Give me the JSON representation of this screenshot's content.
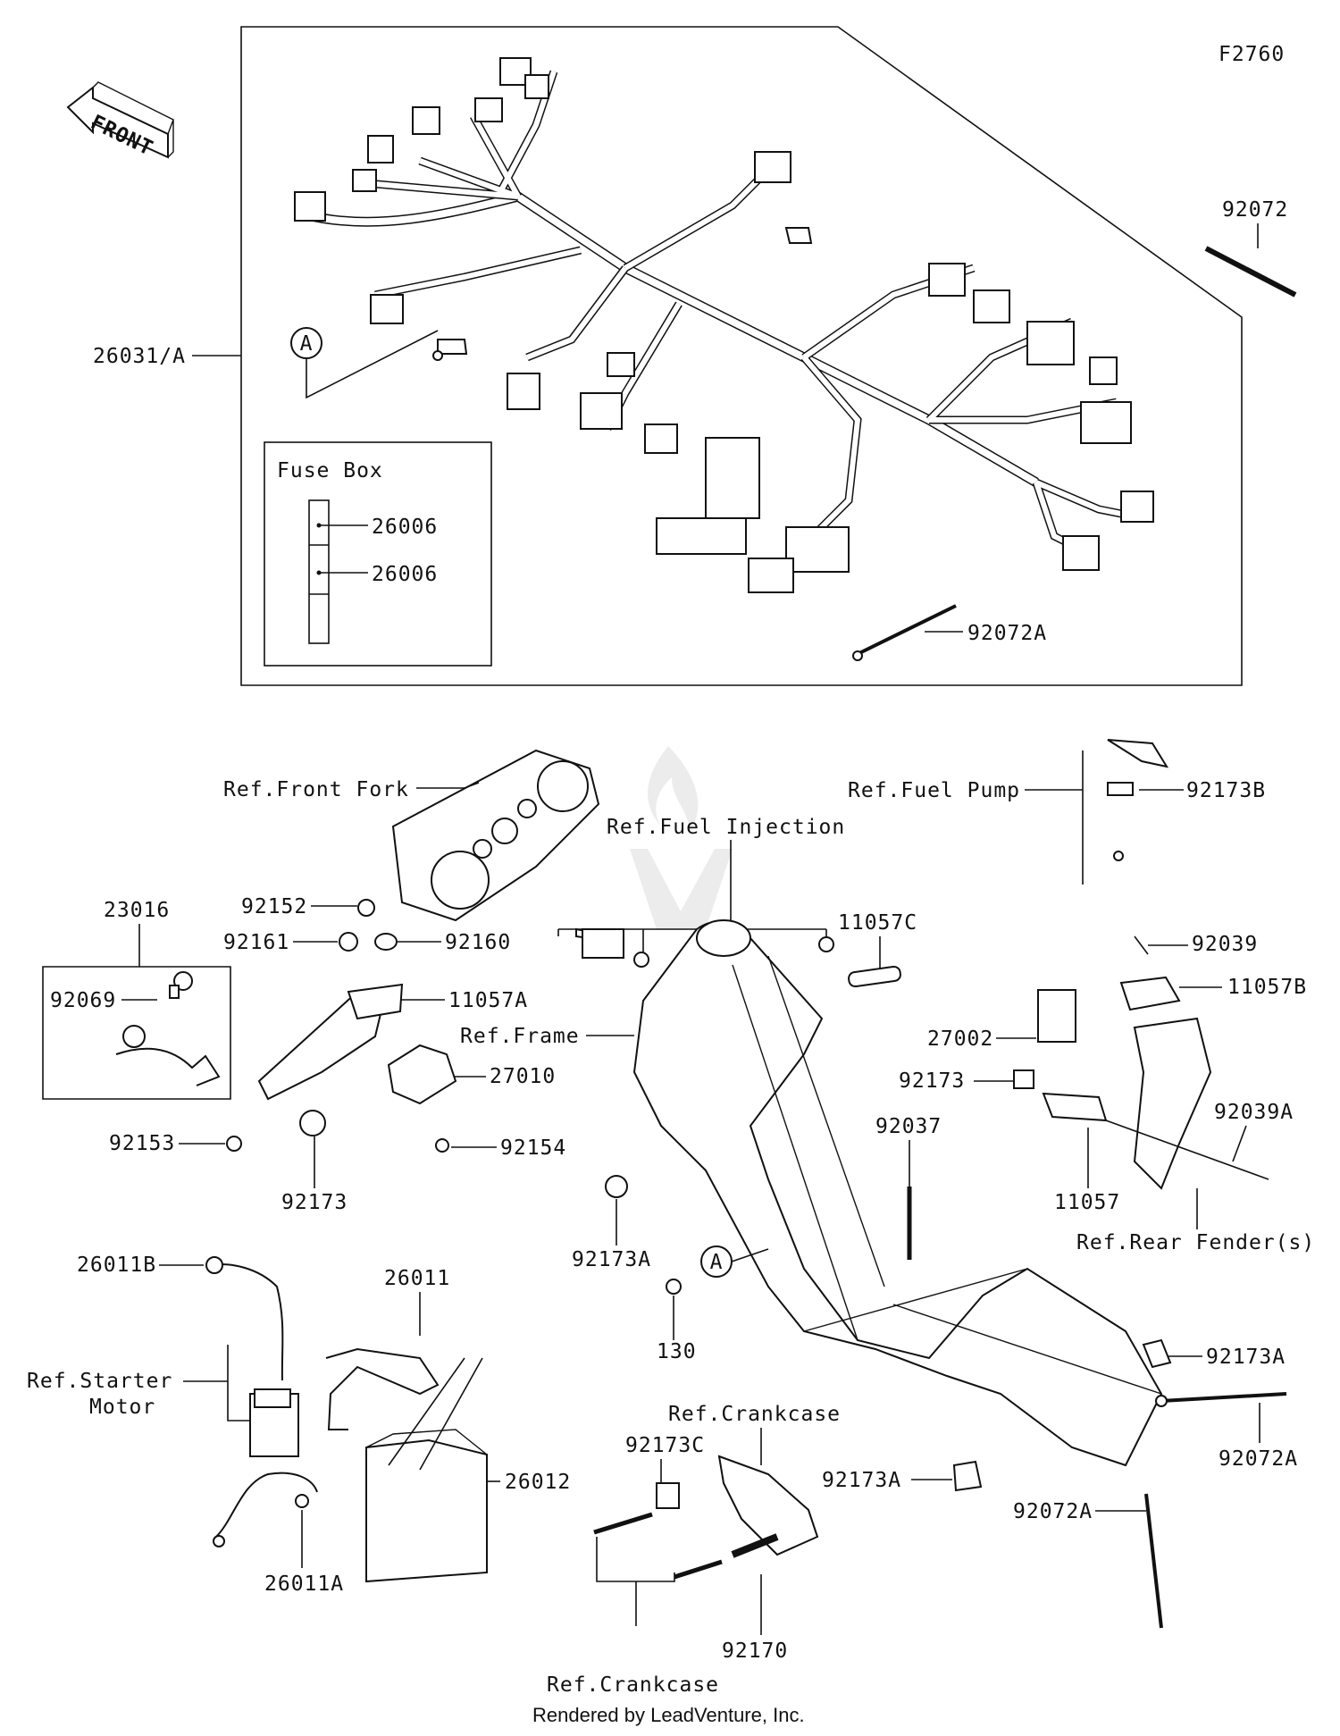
{
  "figure_code": "F2760",
  "front_arrow": {
    "label": "FRONT",
    "icon": "front-arrow-icon"
  },
  "fuse_box": {
    "title": "Fuse Box",
    "fuses": [
      "26006",
      "26006"
    ]
  },
  "callout_letter": "A",
  "parts": [
    "26031/A",
    "92072",
    "92072A",
    "Ref.Front Fork",
    "Ref.Fuel Injection",
    "Ref.Fuel Pump",
    "92173B",
    "11057C",
    "92039",
    "11057B",
    "27002",
    "92173",
    "92039A",
    "11057",
    "Ref.Rear Fender(s)",
    "23016",
    "92152",
    "92161",
    "92160",
    "92069",
    "11057A",
    "Ref.Frame",
    "27010",
    "92153",
    "92154",
    "92173",
    "92037",
    "92173A",
    "130",
    "26011B",
    "26011",
    "Ref.Starter",
    "Motor",
    "26012",
    "26011A",
    "92173A",
    "92072A",
    "92173A",
    "92072A",
    "Ref.Crankcase",
    "92173C",
    "92170",
    "Ref.Crankcase"
  ],
  "credit": "Rendered by LeadVenture, Inc."
}
